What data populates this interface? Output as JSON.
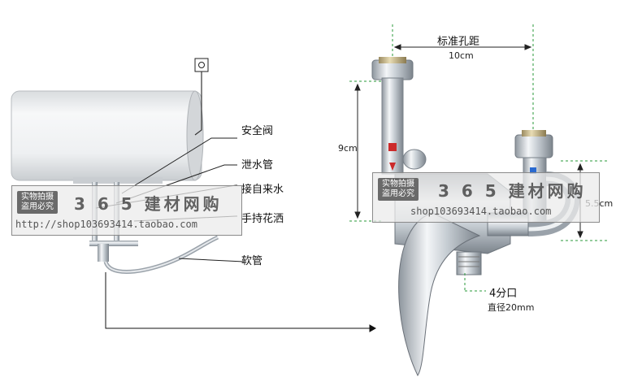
{
  "labels": {
    "safety_valve": "安全阀",
    "drain_pipe": "泄水管",
    "water_inlet": "接自来水",
    "hand_shower": "手持花洒",
    "hose": "软管",
    "std_hole_distance": "标准孔距",
    "dim_10cm": "10cm",
    "dim_9cm": "9cm",
    "dim_5_5cm": "5.5cm",
    "pipe_size": "4分口",
    "diameter": "直径20mm"
  },
  "watermark": {
    "badge_line1": "实物拍摄",
    "badge_line2": "盗用必究",
    "shop_name": "3 6 5 建材网购",
    "url_left": "http://shop103693414.taobao.com",
    "url_right": "shop103693414.taobao.com"
  },
  "colors": {
    "tank": "#e8eaec",
    "chrome": "#b9c0c6",
    "dashed_guides": "#2a9a3a",
    "lines": "#000000"
  }
}
